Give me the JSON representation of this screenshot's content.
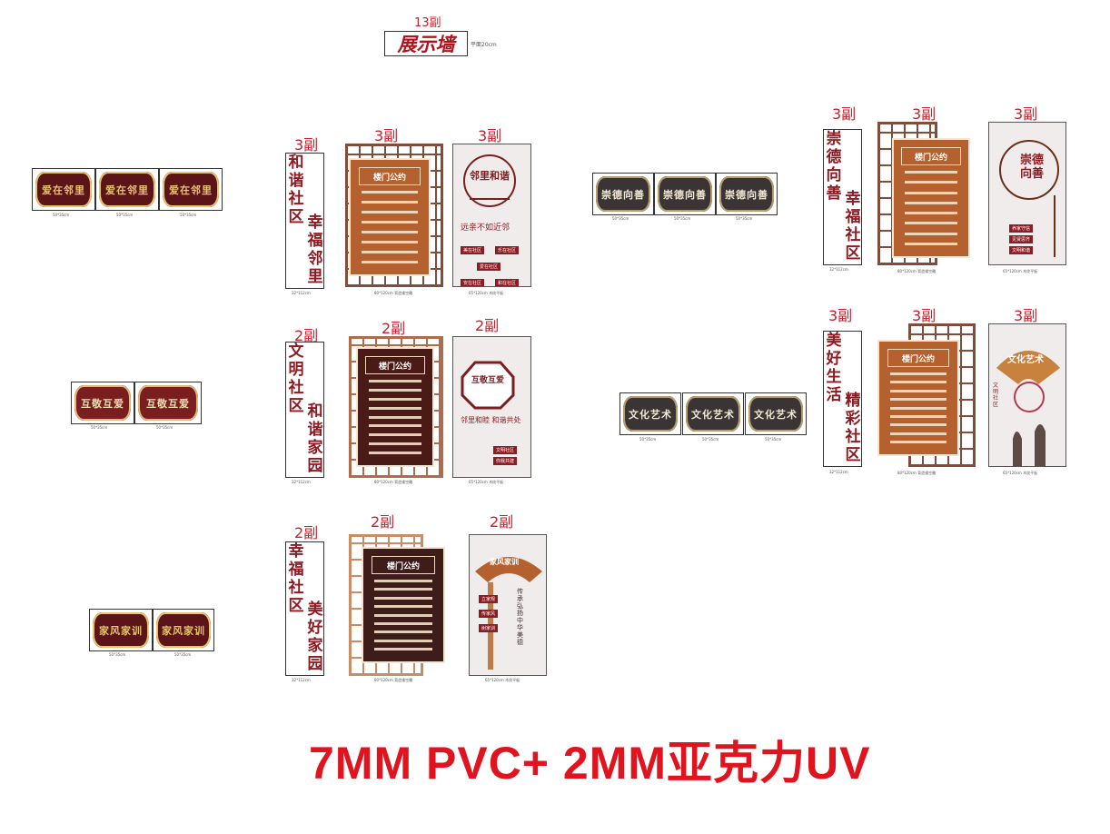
{
  "header": {
    "count": "13副",
    "title": "展示墙",
    "note": "平面20cm"
  },
  "footer": {
    "material": "7MM PVC+ 2MM亚克力UV"
  },
  "plaques": {
    "row1": {
      "text": "爱在邻里",
      "size": "50*35cm"
    },
    "row2": {
      "text": "互敬互爱",
      "size": "50*35cm"
    },
    "row3": {
      "text": "家风家训",
      "size": "50*35cm"
    },
    "mid1": {
      "text": "崇德向善",
      "size": "50*35cm"
    },
    "mid2": {
      "text": "文化艺术",
      "size": "50*35cm"
    }
  },
  "groups": {
    "g1": {
      "counts": [
        "3副",
        "3副",
        "3副"
      ],
      "strip_left": "和谐社区",
      "strip_right": "幸福邻里",
      "strip_size": "32*112cm",
      "board_title": "楼门公约",
      "board_size": "80*120cm 背造镂空雕",
      "poster_title": "邻里和谐",
      "poster_sub": "远亲不如近邻",
      "poster_tags": [
        "美在社区",
        "乐在社区",
        "爱在社区",
        "安在社区",
        "和在社区"
      ],
      "poster_size": "65*120cm 木纹平板"
    },
    "g2": {
      "counts": [
        "2副",
        "2副",
        "2副"
      ],
      "strip_left": "文明社区",
      "strip_right": "和谐家园",
      "strip_size": "32*112cm",
      "board_title": "楼门公约",
      "board_size": "80*120cm 背造镂空雕",
      "poster_title": "互敬互爱",
      "poster_sub": "邻里和睦 和谐共处",
      "poster_tags": [
        "文明社区",
        "你我共建"
      ],
      "poster_size": "65*120cm 木纹平板"
    },
    "g3": {
      "counts": [
        "2副",
        "2副",
        "2副"
      ],
      "strip_left": "幸福社区",
      "strip_right": "美好家园",
      "strip_size": "32*112cm",
      "board_title": "楼门公约",
      "board_size": "80*120cm 背造镂空雕",
      "poster_title": "家风家训",
      "poster_sub": "传承弘扬中华美德",
      "poster_tags": [
        "立家规",
        "传家风",
        "树家训"
      ],
      "poster_size": "65*120cm 木纹平板"
    },
    "g4": {
      "counts": [
        "3副",
        "3副",
        "3副"
      ],
      "strip_left": "崇德向善",
      "strip_right": "幸福社区",
      "strip_size": "32*112cm",
      "board_title": "楼门公约",
      "board_size": "80*120cm 背造镂空雕",
      "poster_title": "崇德向善",
      "poster_tags": [
        "养家守信",
        "见贤思齐",
        "文明和谐"
      ],
      "poster_size": "65*120cm 木纹平板"
    },
    "g5": {
      "counts": [
        "3副",
        "3副",
        "3副"
      ],
      "strip_left": "美好生活",
      "strip_right": "精彩社区",
      "strip_size": "32*112cm",
      "board_title": "楼门公约",
      "board_size": "80*120cm 背造镂空雕",
      "poster_title": "文化艺术",
      "poster_tags": [
        "文明社区"
      ],
      "poster_size": "65*120cm 木纹平板"
    }
  },
  "colors": {
    "accent_red": "#e0141e",
    "count_red": "#c8202a",
    "maroon": "#5b1418",
    "wood": "#6b2f1a",
    "board_orange": "#b4612f",
    "board_dark": "#4a1a16",
    "board_maroon": "#5a1e1e"
  }
}
